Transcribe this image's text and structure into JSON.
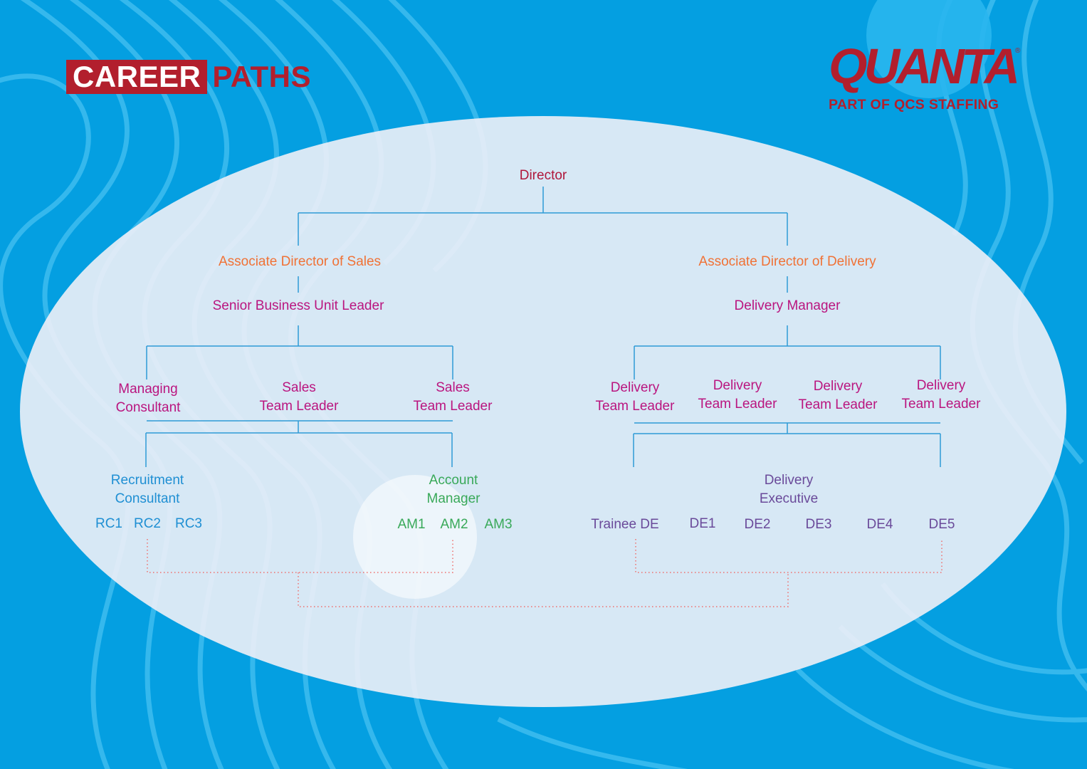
{
  "header": {
    "title_highlight": "CAREER",
    "title_rest": "PATHS"
  },
  "logo": {
    "wordmark": "QUANTA",
    "registered": "®",
    "tagline": "PART OF QCS STAFFING"
  },
  "colors": {
    "background": "#049fe1",
    "panel": "#eeeff7",
    "brand_red": "#b21f2d",
    "connector": "#2f9ad6",
    "dotted_connector": "#ef6f6c"
  },
  "chart": {
    "director": "Director",
    "sales": {
      "associate_director": "Associate Director of Sales",
      "senior_bu_leader": "Senior Business Unit Leader",
      "managing_consultant": [
        "Managing",
        "Consultant"
      ],
      "sales_team_leaders": [
        [
          "Sales",
          "Team Leader"
        ],
        [
          "Sales",
          "Team Leader"
        ]
      ],
      "recruitment_consultant": [
        "Recruitment",
        "Consultant"
      ],
      "recruitment_levels": [
        "RC1",
        "RC2",
        "RC3"
      ],
      "account_manager": [
        "Account",
        "Manager"
      ],
      "account_levels": [
        "AM1",
        "AM2",
        "AM3"
      ]
    },
    "delivery": {
      "associate_director": "Associate Director of Delivery",
      "delivery_manager": "Delivery Manager",
      "delivery_team_leaders": [
        [
          "Delivery",
          "Team Leader"
        ],
        [
          "Delivery",
          "Team Leader"
        ],
        [
          "Delivery",
          "Team Leader"
        ],
        [
          "Delivery",
          "Team Leader"
        ]
      ],
      "delivery_executive": [
        "Delivery",
        "Executive"
      ],
      "executive_levels": [
        "Trainee DE",
        "DE1",
        "DE2",
        "DE3",
        "DE4",
        "DE5"
      ]
    }
  }
}
